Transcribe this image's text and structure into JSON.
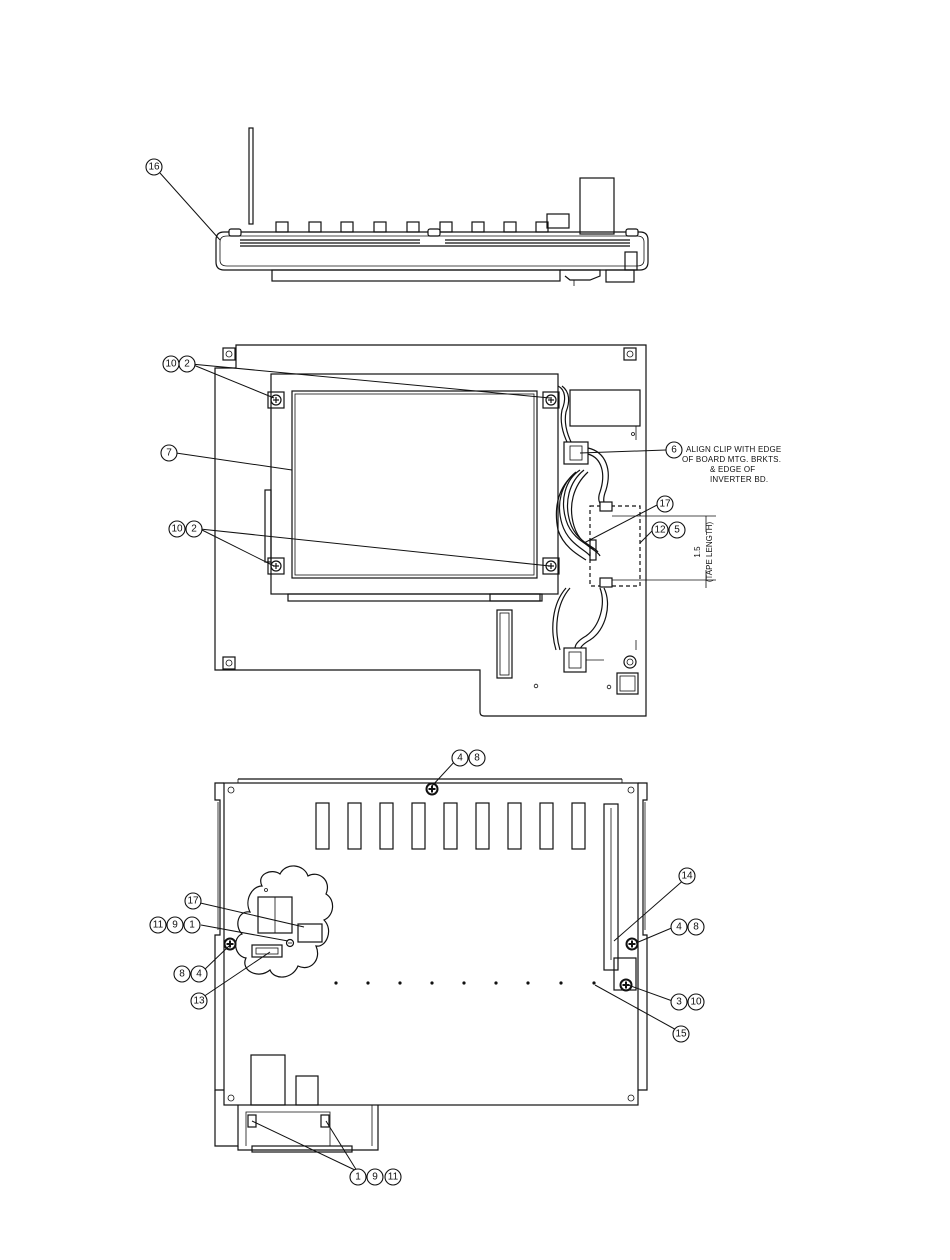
{
  "side_view": {
    "callouts": [
      "16"
    ]
  },
  "front_view": {
    "callouts": {
      "upper_screws": [
        "10",
        "2"
      ],
      "lcd": "7",
      "lower_screws": [
        "10",
        "2"
      ],
      "clip": "6",
      "tape": "17",
      "inverter": [
        "12",
        "5"
      ]
    },
    "note_lines": [
      "ALIGN CLIP WITH EDGE",
      "OF BOARD MTG. BRKTS.",
      "& EDGE OF",
      "INVERTER BD."
    ],
    "dimension": {
      "value": "1.5",
      "label": "(TAPE LENGTH)"
    }
  },
  "rear_view": {
    "callouts": {
      "top_screw": [
        "4",
        "8"
      ],
      "tape": "17",
      "left_upper": [
        "11",
        "9",
        "1"
      ],
      "left_lower": [
        "8",
        "4"
      ],
      "cable": "13",
      "strip": "14",
      "right_screw": [
        "4",
        "8"
      ],
      "right_lower": [
        "3",
        "10"
      ],
      "dots": "15",
      "bottom": [
        "1",
        "9",
        "11"
      ]
    }
  }
}
